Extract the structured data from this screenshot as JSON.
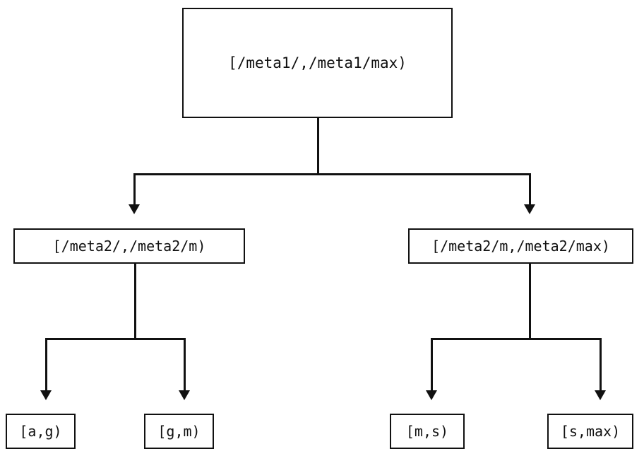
{
  "diagram": {
    "type": "tree",
    "title": "",
    "background_color": "#ffffff",
    "line_color": "#111111",
    "nodes": {
      "root": {
        "label": "[/meta1/,/meta1/max)",
        "level": 0
      },
      "mid_left": {
        "label": "[/meta2/,/meta2/m)",
        "level": 1
      },
      "mid_right": {
        "label": "[/meta2/m,/meta2/max)",
        "level": 1
      },
      "leaf_ag": {
        "label": "[a,g)",
        "level": 2
      },
      "leaf_gm": {
        "label": "[g,m)",
        "level": 2
      },
      "leaf_ms": {
        "label": "[m,s)",
        "level": 2
      },
      "leaf_smax": {
        "label": "[s,max)",
        "level": 2
      }
    },
    "edges": [
      {
        "from": "root",
        "to": "mid_left",
        "arrow": "down"
      },
      {
        "from": "root",
        "to": "mid_right",
        "arrow": "down"
      },
      {
        "from": "mid_left",
        "to": "leaf_ag",
        "arrow": "down"
      },
      {
        "from": "mid_left",
        "to": "leaf_gm",
        "arrow": "down"
      },
      {
        "from": "mid_right",
        "to": "leaf_ms",
        "arrow": "down"
      },
      {
        "from": "mid_right",
        "to": "leaf_smax",
        "arrow": "down"
      }
    ]
  }
}
